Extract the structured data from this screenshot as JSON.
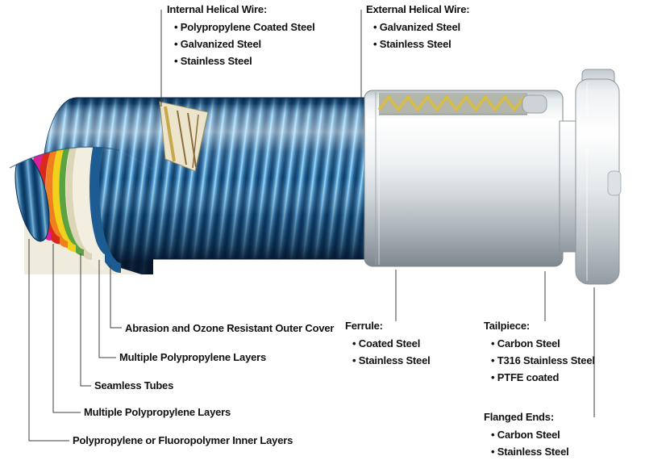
{
  "callouts": {
    "internal_helical_wire": {
      "title": "Internal Helical Wire:",
      "items": [
        "Polypropylene Coated Steel",
        "Galvanized Steel",
        "Stainless Steel"
      ]
    },
    "external_helical_wire": {
      "title": "External Helical Wire:",
      "items": [
        "Galvanized Steel",
        "Stainless Steel"
      ]
    },
    "ferrule": {
      "title": "Ferrule:",
      "items": [
        "Coated Steel",
        "Stainless Steel"
      ]
    },
    "tailpiece": {
      "title": "Tailpiece:",
      "items": [
        "Carbon Steel",
        "T316 Stainless Steel",
        "PTFE coated"
      ]
    },
    "flanged_ends": {
      "title": "Flanged Ends:",
      "items": [
        "Carbon Steel",
        "Stainless Steel"
      ]
    },
    "layers": [
      "Abrasion and Ozone Resistant Outer Cover",
      "Multiple Polypropylene Layers",
      "Seamless Tubes",
      "Multiple Polypropylene Layers",
      "Polypropylene  or Fluoropolymer Inner Layers"
    ]
  },
  "colors": {
    "hose_blue": "#2a74ad",
    "hose_blue_dark": "#0e3a60",
    "hose_blue_light": "#a6d4f0",
    "wire_yellow": "#d9bd45",
    "metal_light": "#f4f7f8",
    "metal_dark": "#8d969c",
    "layer_white": "#f2efe0",
    "layer_green": "#5aa340",
    "layer_yellow": "#f2d11c",
    "layer_orange": "#ef7f1f",
    "layer_red": "#d9291c",
    "layer_magenta": "#dd1f9d",
    "leader_line": "#3f3f3f",
    "text": "#111111",
    "background": "#ffffff"
  }
}
